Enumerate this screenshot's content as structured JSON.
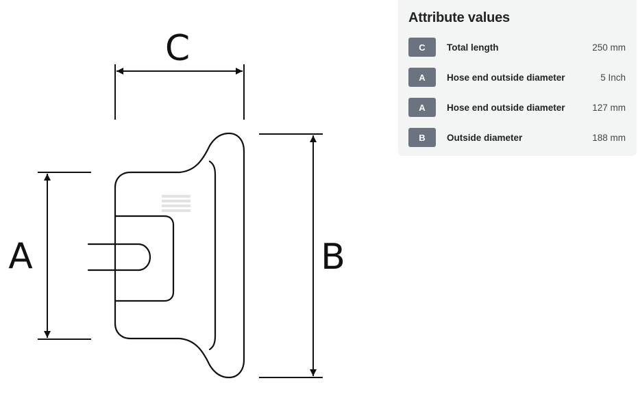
{
  "drawing": {
    "labels": {
      "a": "A",
      "b": "B",
      "c": "C"
    },
    "line_color": "#111111",
    "watermark_color": "#e2e2e2"
  },
  "attributes": {
    "title": "Attribute values",
    "badge_color": "#6b7381",
    "rows": [
      {
        "code": "C",
        "name": "Total length",
        "value": "250 mm"
      },
      {
        "code": "A",
        "name": "Hose end outside diameter",
        "value": "5 Inch"
      },
      {
        "code": "A",
        "name": "Hose end outside diameter",
        "value": "127 mm"
      },
      {
        "code": "B",
        "name": "Outside diameter",
        "value": "188 mm"
      }
    ]
  }
}
